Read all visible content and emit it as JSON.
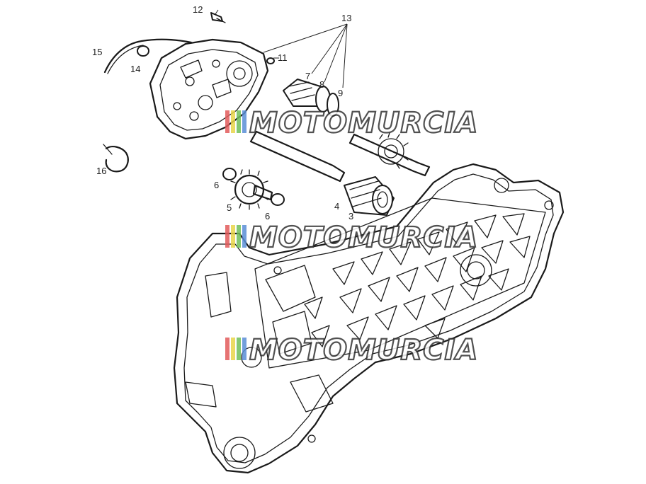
{
  "labels": [
    {
      "id": "12",
      "text": "12"
    },
    {
      "id": "13",
      "text": "13"
    },
    {
      "id": "15",
      "text": "15"
    },
    {
      "id": "14",
      "text": "14"
    },
    {
      "id": "11",
      "text": "11"
    },
    {
      "id": "7",
      "text": "7"
    },
    {
      "id": "8",
      "text": "8"
    },
    {
      "id": "9",
      "text": "9"
    },
    {
      "id": "16",
      "text": "16"
    },
    {
      "id": "6a",
      "text": "6"
    },
    {
      "id": "5",
      "text": "5"
    },
    {
      "id": "6b",
      "text": "6"
    },
    {
      "id": "4",
      "text": "4"
    },
    {
      "id": "3",
      "text": "3"
    }
  ],
  "watermark": {
    "text": "MOTOMURCIA"
  }
}
